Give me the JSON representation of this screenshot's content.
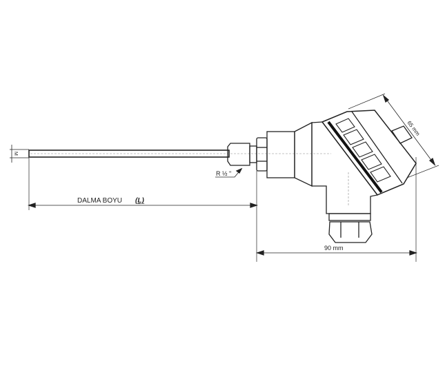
{
  "labels": {
    "immersion_length": "DALMA BOYU",
    "immersion_symbol": "(L)",
    "thread": "R ½ \"",
    "width": "90 mm",
    "head_size": "65 mm",
    "diameter": "M"
  },
  "colors": {
    "line": "#222222",
    "background": "#ffffff"
  }
}
